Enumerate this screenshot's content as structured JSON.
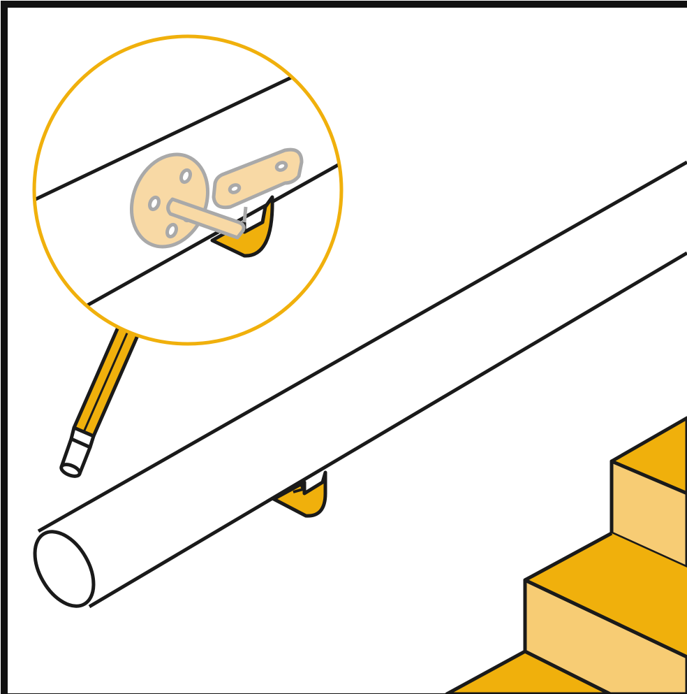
{
  "illustration": {
    "subject": "",
    "parts": {
      "frame": "border-frame",
      "magnifier": "detail-zoom-circle",
      "rail": "handrail",
      "bracket": "bracket-icon",
      "pencil": "pencil-icon",
      "stairs": "staircase"
    }
  },
  "colors": {
    "accent": "#F0B00C",
    "accent_light": "#F7CC74",
    "bracket_ghost_fill": "#F8D9A5",
    "bracket_ghost_stroke": "#A9A9A9",
    "ink": "#1A1A1A",
    "background": "#FFFFFF"
  }
}
